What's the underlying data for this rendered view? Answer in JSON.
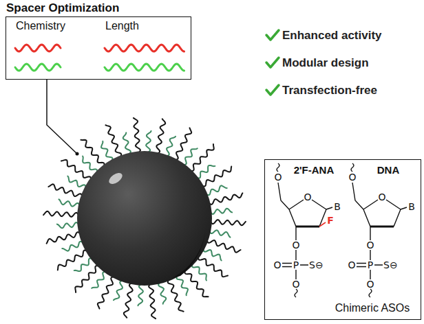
{
  "diagram": {
    "nodes": [
      {
        "text": [
          "Spacer Optimization",
          "Chemistry",
          "Length"
        ]
      },
      {
        "text": [
          "2'F-ANA",
          "DNA",
          "Chimeric ASOs"
        ]
      }
    ],
    "labels": [
      "Enhanced activity",
      "Modular design",
      "Transfection-free",
      "O",
      "O",
      "B",
      "F",
      "O",
      "O",
      "P",
      "S⊖",
      "O",
      "O",
      "O",
      "B",
      "O",
      "O",
      "P",
      "S⊖",
      "O"
    ]
  }
}
